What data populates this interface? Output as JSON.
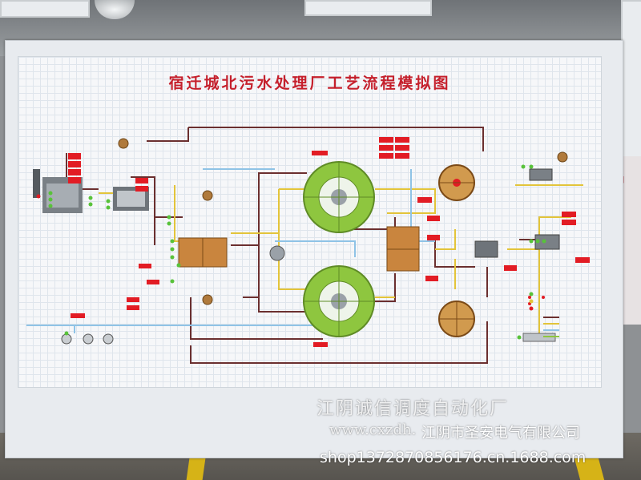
{
  "board": {
    "title": "宿迁城北污水处理厂工艺流程模拟图"
  },
  "watermark": {
    "line1": "江阴诚信调度自动化厂",
    "line2": "www.cxzdh.",
    "line3": "江阴市圣安电气有限公司",
    "line4": "shop1372870856176.cn.1688.com"
  },
  "colors": {
    "title": "#c5202c",
    "pipe_dark": "#6b2f2f",
    "pipe_yellow": "#e3c43a",
    "pipe_blue": "#8fc3e6",
    "tank_green": "#8ec63f",
    "tank_brown": "#c9853e",
    "led_red": "#e21c24",
    "led_green": "#58c23a"
  }
}
